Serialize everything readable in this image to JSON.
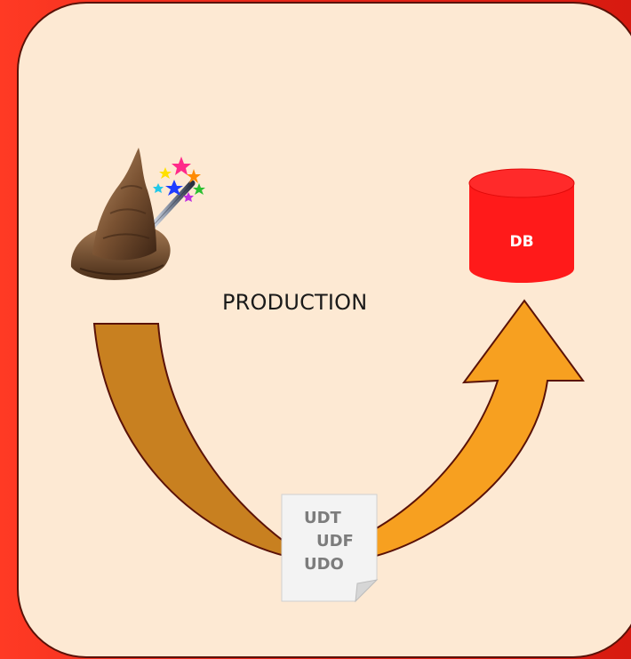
{
  "stage": {
    "label": "PRODUCTION"
  },
  "database": {
    "label": "DB",
    "color": "#ff1a1a"
  },
  "file": {
    "lines": [
      "UDT",
      "UDF",
      "UDO"
    ]
  },
  "colors": {
    "background": "#e8281a",
    "panel": "#fde9d3",
    "panel_border": "#5a1208",
    "arrow_left": "#c88020",
    "arrow_right": "#f7a020",
    "arrow_outline": "#5a1208"
  },
  "icons": [
    "wizard-hat-wand-icon",
    "database-cylinder-icon",
    "document-icon"
  ]
}
